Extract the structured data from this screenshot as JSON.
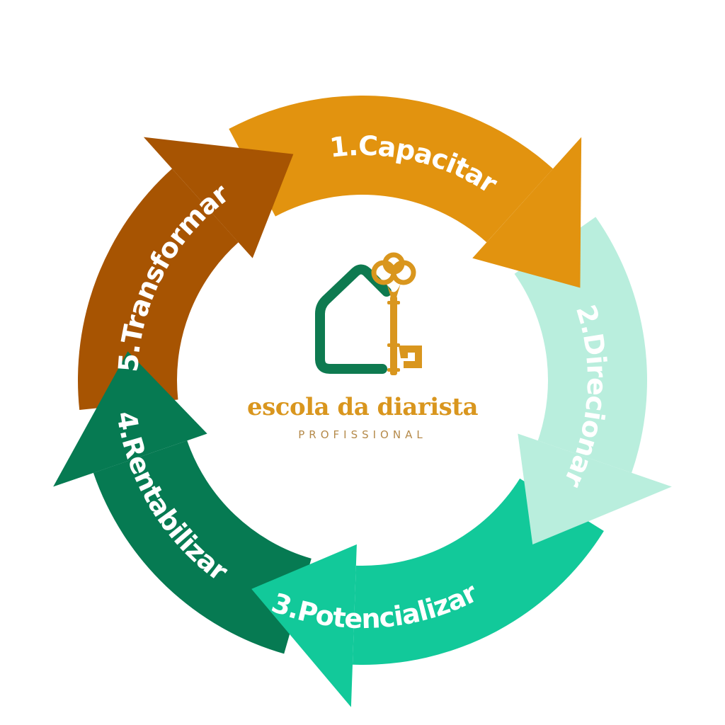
{
  "diagram": {
    "type": "cycle",
    "steps": [
      {
        "label": "1.Capacitar",
        "color": "#E2930F"
      },
      {
        "label": "2.Direcionar",
        "color": "#B9EEDD"
      },
      {
        "label": "3.Potencializar",
        "color": "#12C99A"
      },
      {
        "label": "4.Rentabilizar",
        "color": "#067A52"
      },
      {
        "label": "5.Transformar",
        "color": "#A75402"
      }
    ]
  },
  "logo": {
    "name": "escola da diarista",
    "subtitle": "PROFISSIONAL",
    "house_color": "#0E7A50",
    "key_color": "#D9961E"
  }
}
